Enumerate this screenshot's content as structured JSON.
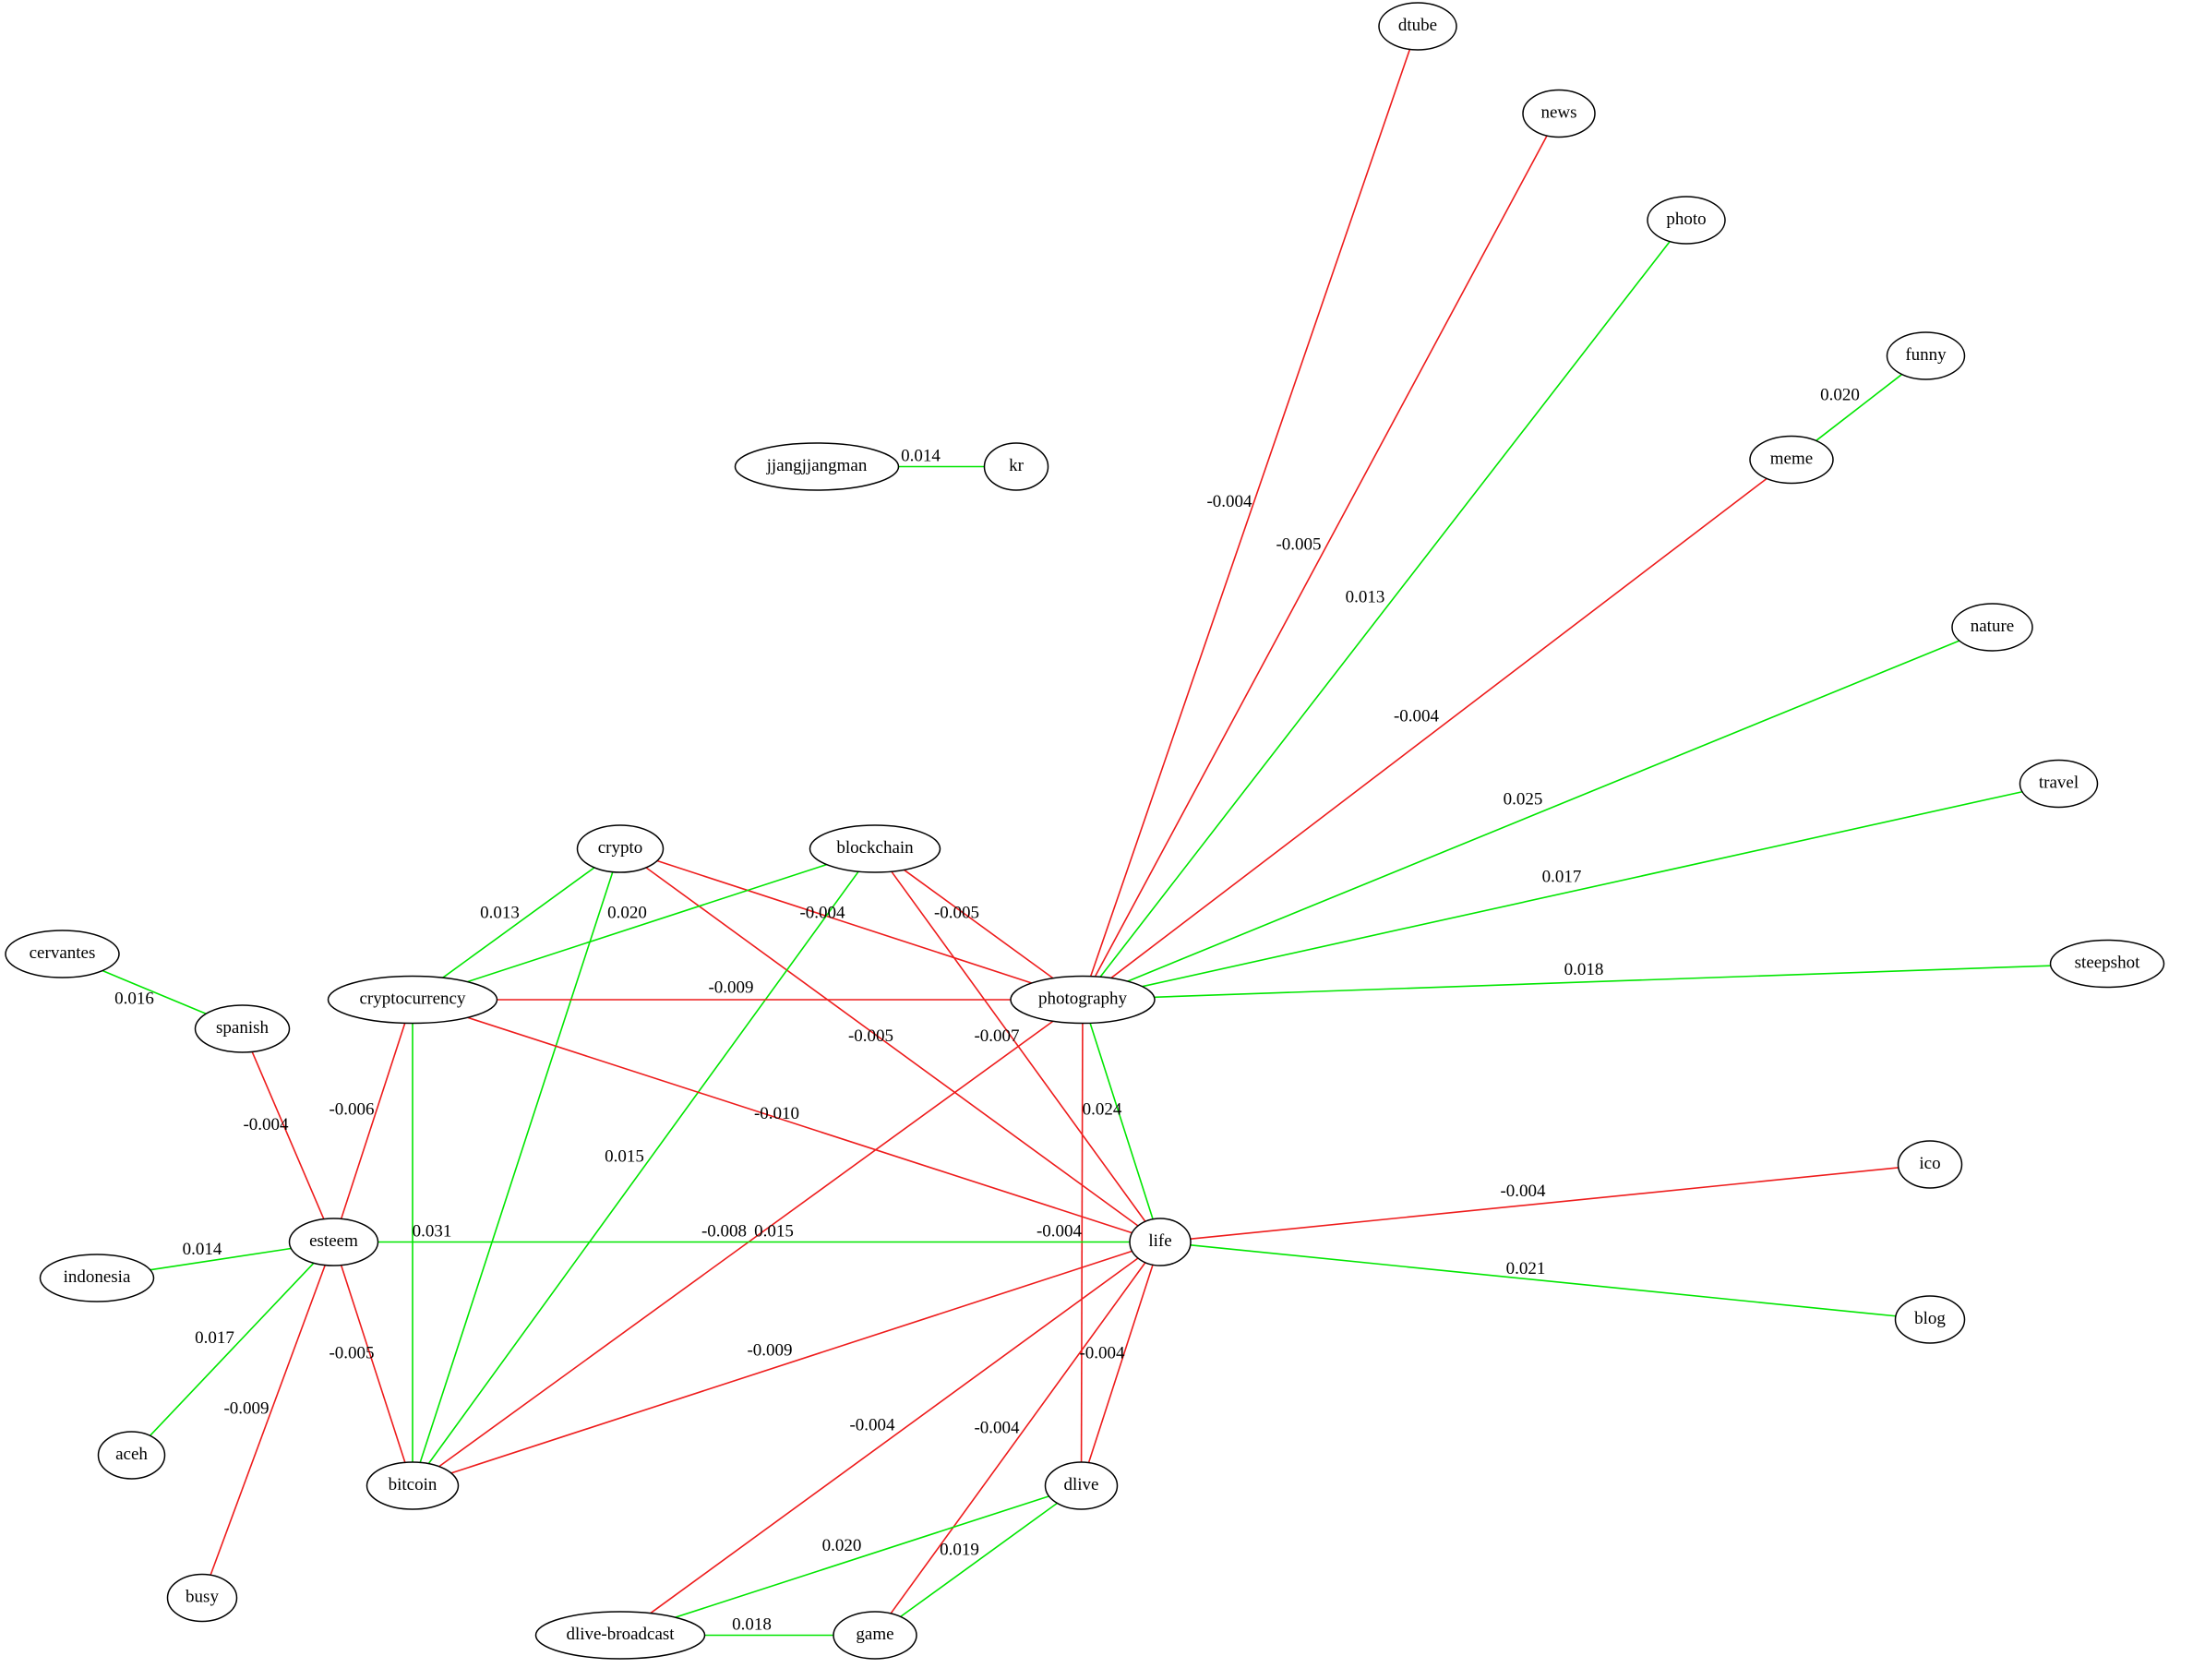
{
  "colors": {
    "positive": "#00e600",
    "negative": "#ee1c1c",
    "node_border": "#000000",
    "background": "#ffffff"
  },
  "nodes": [
    {
      "id": "dtube",
      "label": "dtube"
    },
    {
      "id": "news",
      "label": "news"
    },
    {
      "id": "photo",
      "label": "photo"
    },
    {
      "id": "funny",
      "label": "funny"
    },
    {
      "id": "meme",
      "label": "meme"
    },
    {
      "id": "jjangjjangman",
      "label": "jjangjjangman"
    },
    {
      "id": "kr",
      "label": "kr"
    },
    {
      "id": "nature",
      "label": "nature"
    },
    {
      "id": "travel",
      "label": "travel"
    },
    {
      "id": "crypto",
      "label": "crypto"
    },
    {
      "id": "blockchain",
      "label": "blockchain"
    },
    {
      "id": "cervantes",
      "label": "cervantes"
    },
    {
      "id": "steepshot",
      "label": "steepshot"
    },
    {
      "id": "cryptocurrency",
      "label": "cryptocurrency"
    },
    {
      "id": "photography",
      "label": "photography"
    },
    {
      "id": "spanish",
      "label": "spanish"
    },
    {
      "id": "ico",
      "label": "ico"
    },
    {
      "id": "esteem",
      "label": "esteem"
    },
    {
      "id": "life",
      "label": "life"
    },
    {
      "id": "indonesia",
      "label": "indonesia"
    },
    {
      "id": "blog",
      "label": "blog"
    },
    {
      "id": "aceh",
      "label": "aceh"
    },
    {
      "id": "bitcoin",
      "label": "bitcoin"
    },
    {
      "id": "dlive",
      "label": "dlive"
    },
    {
      "id": "busy",
      "label": "busy"
    },
    {
      "id": "dlive-broadcast",
      "label": "dlive-broadcast"
    },
    {
      "id": "game",
      "label": "game"
    }
  ],
  "edges": [
    {
      "source": "photography",
      "target": "dtube",
      "label": "-0.004",
      "sign": "negative"
    },
    {
      "source": "photography",
      "target": "news",
      "label": "-0.005",
      "sign": "negative"
    },
    {
      "source": "photography",
      "target": "photo",
      "label": "0.013",
      "sign": "positive"
    },
    {
      "source": "meme",
      "target": "funny",
      "label": "0.020",
      "sign": "positive"
    },
    {
      "source": "photography",
      "target": "meme",
      "label": "-0.004",
      "sign": "negative"
    },
    {
      "source": "jjangjjangman",
      "target": "kr",
      "label": "0.014",
      "sign": "positive"
    },
    {
      "source": "photography",
      "target": "nature",
      "label": "0.025",
      "sign": "positive"
    },
    {
      "source": "photography",
      "target": "travel",
      "label": "0.017",
      "sign": "positive"
    },
    {
      "source": "photography",
      "target": "steepshot",
      "label": "0.018",
      "sign": "positive"
    },
    {
      "source": "crypto",
      "target": "cryptocurrency",
      "label": "0.013",
      "sign": "positive"
    },
    {
      "source": "crypto",
      "target": "bitcoin",
      "label": "0.020",
      "sign": "positive"
    },
    {
      "source": "crypto",
      "target": "photography",
      "label": "-0.004",
      "sign": "negative"
    },
    {
      "source": "crypto",
      "target": "life",
      "label": "-0.005",
      "sign": "negative"
    },
    {
      "source": "blockchain",
      "target": "cryptocurrency",
      "label": "",
      "sign": "positive"
    },
    {
      "source": "blockchain",
      "target": "photography",
      "label": "-0.005",
      "sign": "negative"
    },
    {
      "source": "blockchain",
      "target": "life",
      "label": "-0.007",
      "sign": "negative"
    },
    {
      "source": "blockchain",
      "target": "bitcoin",
      "label": "0.015",
      "sign": "positive"
    },
    {
      "source": "cervantes",
      "target": "spanish",
      "label": "0.016",
      "sign": "positive"
    },
    {
      "source": "cryptocurrency",
      "target": "photography",
      "label": "-0.009",
      "sign": "negative"
    },
    {
      "source": "cryptocurrency",
      "target": "life",
      "label": "-0.010",
      "sign": "negative"
    },
    {
      "source": "cryptocurrency",
      "target": "esteem",
      "label": "-0.006",
      "sign": "negative"
    },
    {
      "source": "cryptocurrency",
      "target": "bitcoin",
      "label": "0.031",
      "sign": "positive"
    },
    {
      "source": "photography",
      "target": "life",
      "label": "0.024",
      "sign": "positive"
    },
    {
      "source": "photography",
      "target": "bitcoin",
      "label": "-0.008",
      "sign": "negative"
    },
    {
      "source": "photography",
      "target": "dlive",
      "label": "-0.004",
      "sign": "negative"
    },
    {
      "source": "spanish",
      "target": "esteem",
      "label": "-0.004",
      "sign": "negative"
    },
    {
      "source": "esteem",
      "target": "life",
      "label": "0.015",
      "sign": "positive"
    },
    {
      "source": "esteem",
      "target": "indonesia",
      "label": "0.014",
      "sign": "positive"
    },
    {
      "source": "esteem",
      "target": "aceh",
      "label": "0.017",
      "sign": "positive"
    },
    {
      "source": "esteem",
      "target": "bitcoin",
      "label": "-0.005",
      "sign": "negative"
    },
    {
      "source": "esteem",
      "target": "busy",
      "label": "-0.009",
      "sign": "negative"
    },
    {
      "source": "life",
      "target": "ico",
      "label": "-0.004",
      "sign": "negative"
    },
    {
      "source": "life",
      "target": "blog",
      "label": "0.021",
      "sign": "positive"
    },
    {
      "source": "life",
      "target": "bitcoin",
      "label": "-0.009",
      "sign": "negative"
    },
    {
      "source": "life",
      "target": "dlive",
      "label": "-0.004",
      "sign": "negative"
    },
    {
      "source": "life",
      "target": "dlive-broadcast",
      "label": "-0.004",
      "sign": "negative"
    },
    {
      "source": "life",
      "target": "game",
      "label": "-0.004",
      "sign": "negative"
    },
    {
      "source": "dlive",
      "target": "dlive-broadcast",
      "label": "0.020",
      "sign": "positive"
    },
    {
      "source": "dlive",
      "target": "game",
      "label": "0.019",
      "sign": "positive"
    },
    {
      "source": "dlive-broadcast",
      "target": "game",
      "label": "0.018",
      "sign": "positive"
    }
  ]
}
